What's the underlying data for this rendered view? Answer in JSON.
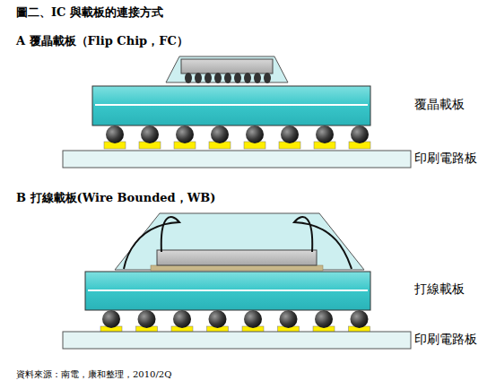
{
  "diagram": {
    "title": "圖二、IC 與載板的連接方式",
    "caption": "資料來源：南電，康和整理，2010/2Q",
    "labels": [
      "A 覆晶載板（Flip Chip，FC）",
      "覆晶載板",
      "印刷電路板",
      "B 打線載板(Wire Bounded，WB)",
      "打線載板",
      "印刷電路板"
    ]
  }
}
